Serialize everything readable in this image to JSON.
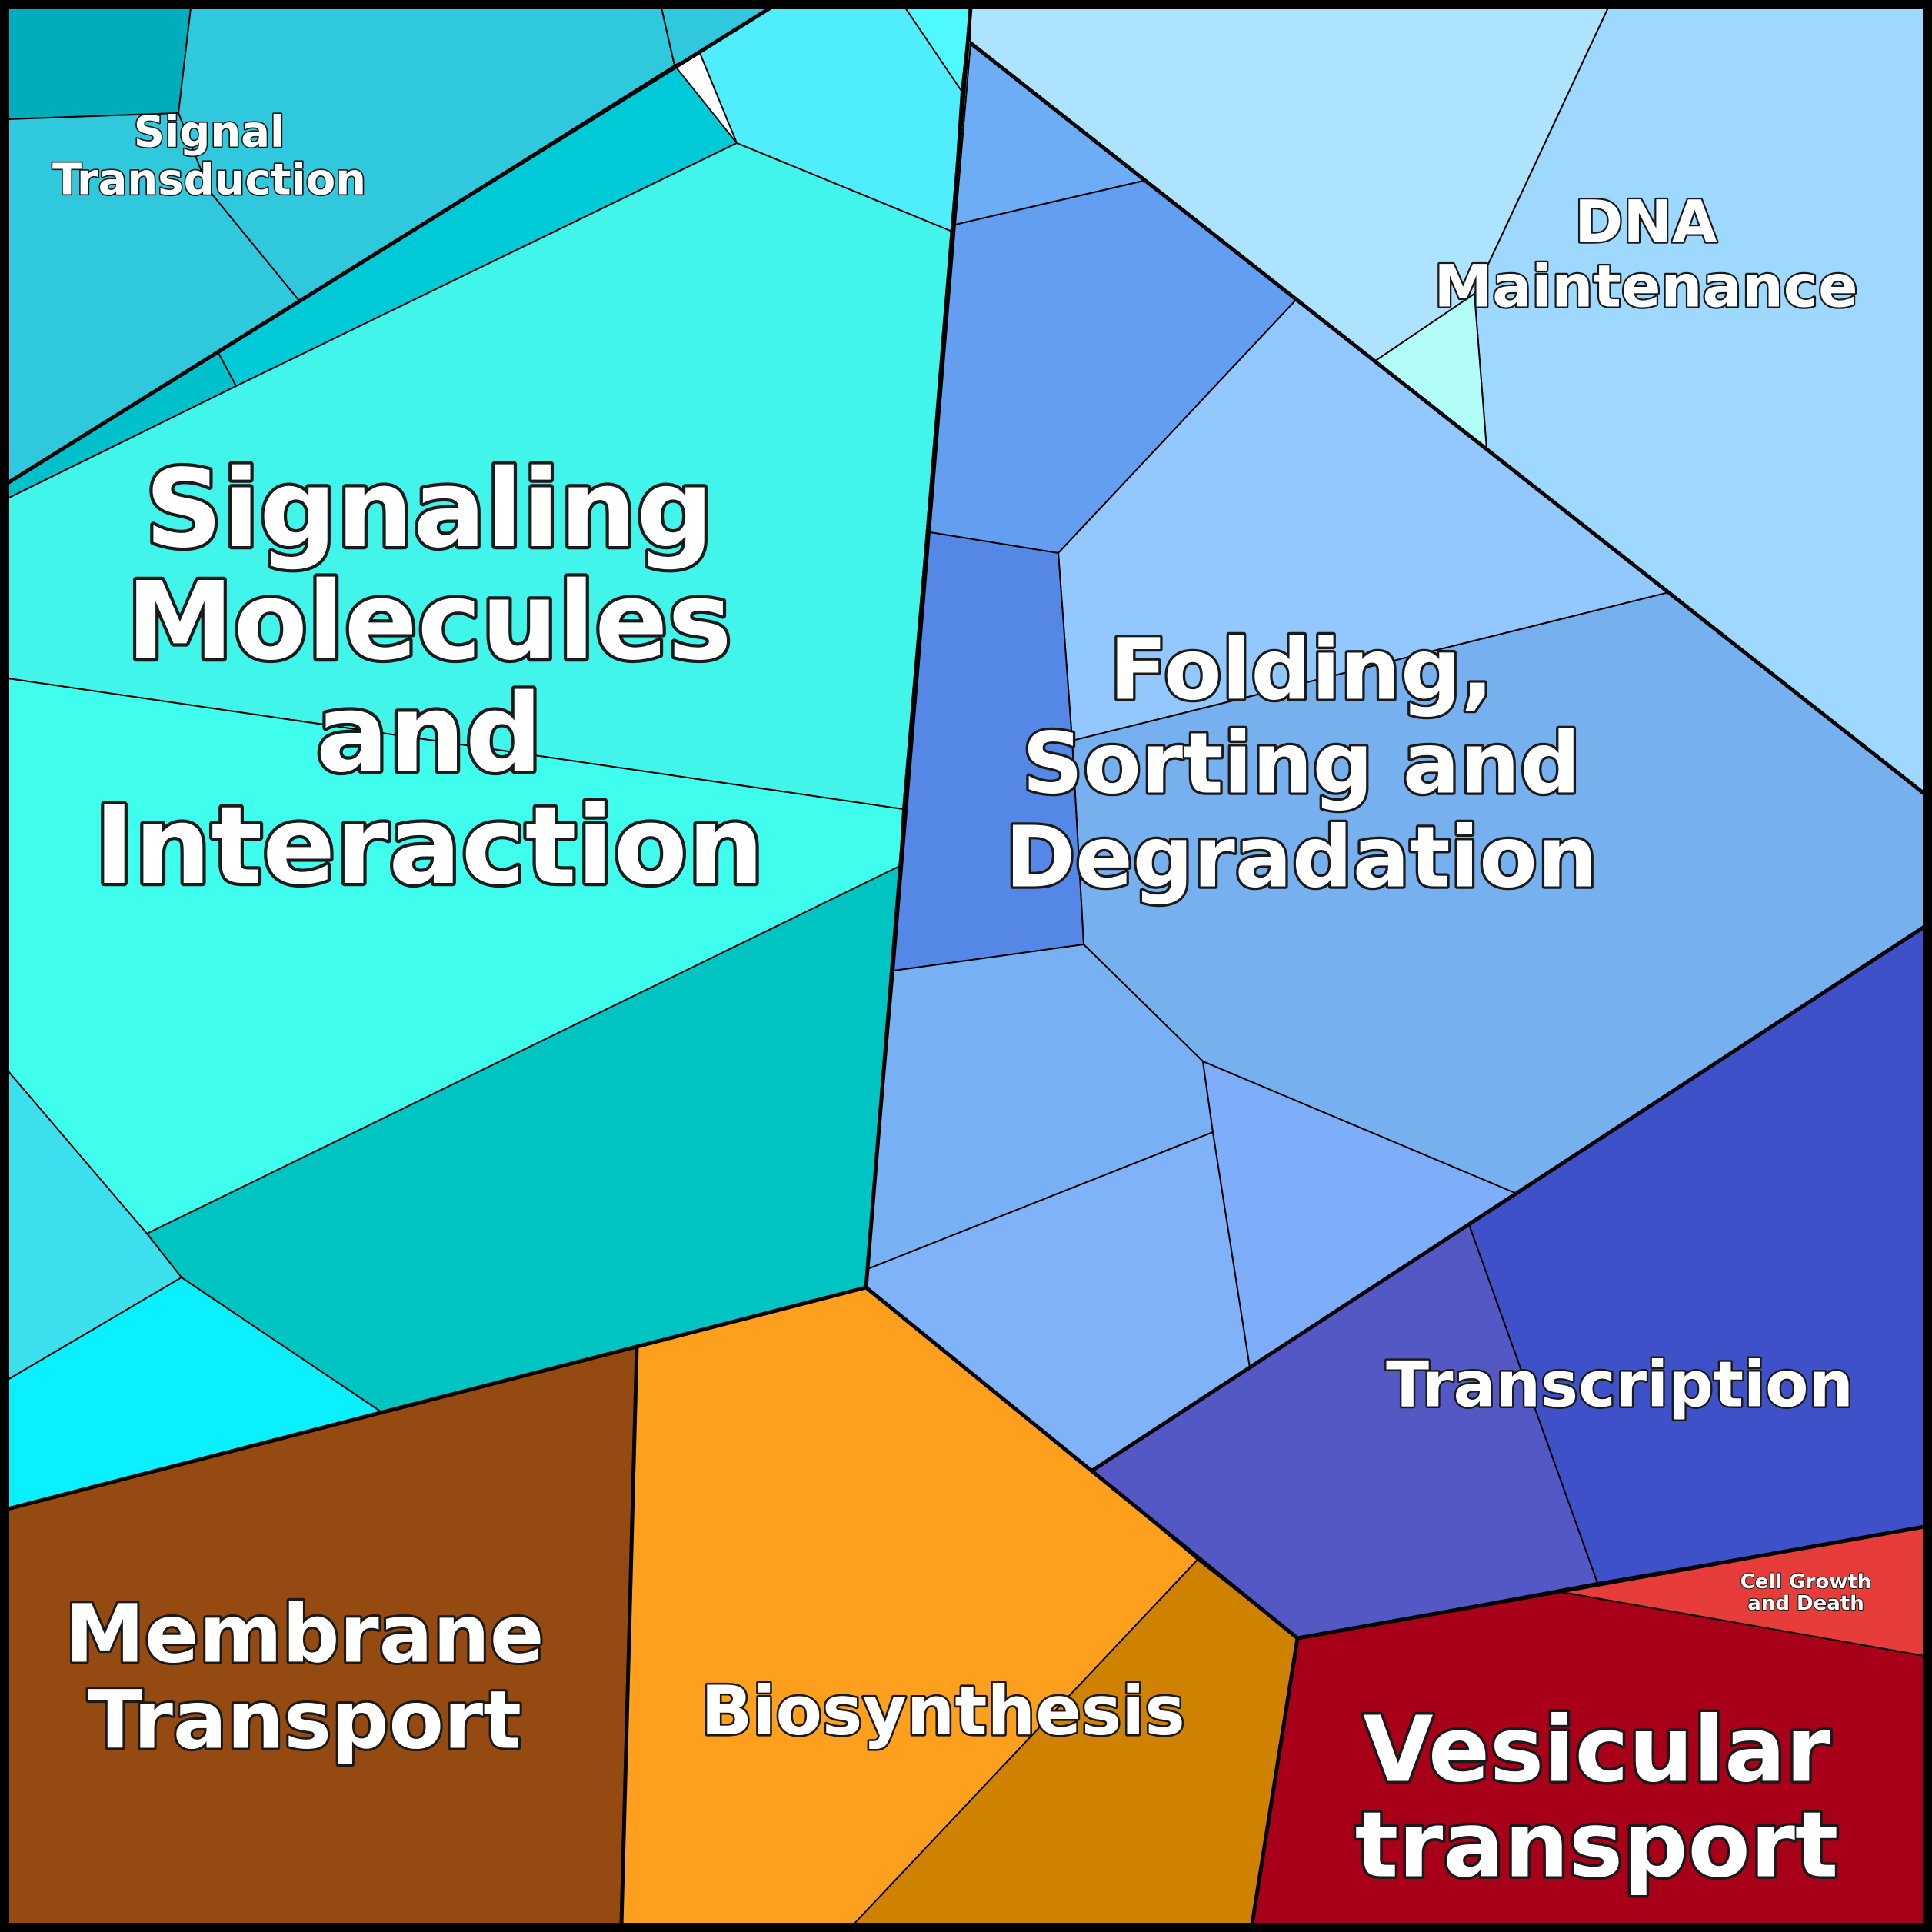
{
  "diagram": {
    "type": "voronoi-treemap",
    "groups": [
      {
        "id": "signal_transduction",
        "lines": [
          "Signal",
          "Transduction"
        ],
        "color": "#2fc8dc"
      },
      {
        "id": "signaling_molecules",
        "lines": [
          "Signaling",
          "Molecules",
          "and",
          "Interaction"
        ],
        "color": "#42f5eb"
      },
      {
        "id": "dna_maintenance",
        "lines": [
          "DNA",
          "Maintenance"
        ],
        "color": "#9ed8ff"
      },
      {
        "id": "folding",
        "lines": [
          "Folding,",
          "Sorting and",
          "Degradation"
        ],
        "color": "#76b0ef"
      },
      {
        "id": "transcription",
        "lines": [
          "Transcription"
        ],
        "color": "#3f51c8"
      },
      {
        "id": "cell_growth",
        "lines": [
          "Cell Growth",
          "and Death"
        ],
        "color": "#e63c3a"
      },
      {
        "id": "membrane_transport",
        "lines": [
          "Membrane",
          "Transport"
        ],
        "color": "#944a10"
      },
      {
        "id": "biosynthesis",
        "lines": [
          "Biosynthesis"
        ],
        "color": "#ff9f1e"
      },
      {
        "id": "vesicular",
        "lines": [
          "Vesicular",
          "transport"
        ],
        "color": "#a80018"
      }
    ]
  }
}
